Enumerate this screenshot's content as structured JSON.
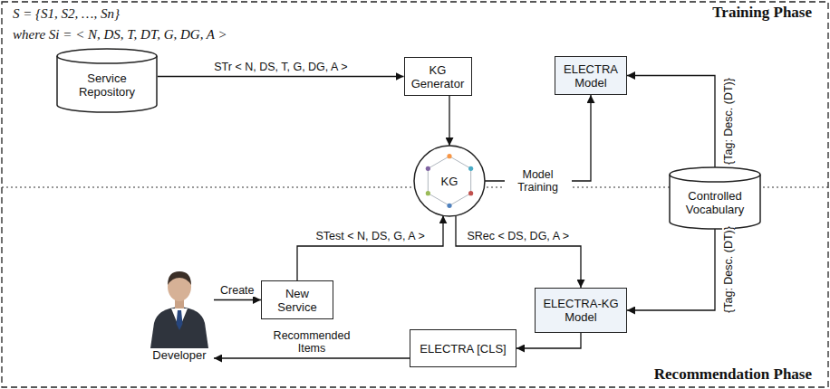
{
  "diagram": {
    "nodes": [
      {
        "text": [
          "Service Repository"
        ]
      },
      {
        "text": [
          "KG Generator"
        ]
      },
      {
        "text": [
          "KG"
        ]
      },
      {
        "text": [
          "ELECTRA Model"
        ]
      },
      {
        "text": [
          "Controlled Vocabulary"
        ]
      },
      {
        "text": [
          "Developer"
        ]
      },
      {
        "text": [
          "New Service"
        ]
      },
      {
        "text": [
          "ELECTRA-KG Model"
        ]
      },
      {
        "text": [
          "ELECTRA [CLS]"
        ]
      }
    ],
    "edges": [
      {
        "from": 0,
        "to": 1,
        "arrow": "to",
        "label": "STr < N, DS, T, G, DG, A >"
      },
      {
        "from": 1,
        "to": 2,
        "arrow": "to"
      },
      {
        "from": 2,
        "to": 3,
        "arrow": "to",
        "label": "Model Training"
      },
      {
        "from": 4,
        "to": 3,
        "arrow": "to",
        "label": "{Tag: Desc. (DT)}"
      },
      {
        "from": 4,
        "to": 7,
        "arrow": "to",
        "label": "{Tag: Desc. (DT)}"
      },
      {
        "from": 5,
        "to": 6,
        "arrow": "to",
        "label": "Create"
      },
      {
        "from": 6,
        "to": 2,
        "arrow": "to",
        "label": "STest < N, DS, G, A >"
      },
      {
        "from": 2,
        "to": 7,
        "arrow": "to",
        "label": "SRec < DS, DG, A >"
      },
      {
        "from": 7,
        "to": 8,
        "arrow": "to"
      },
      {
        "from": 8,
        "to": 5,
        "arrow": "to",
        "label": "Recommended Items"
      }
    ],
    "labels": [
      "S = {S1, S2, …, Sn}",
      "where Si = < N, DS, T, DT, G, DG, A >",
      "Training Phase",
      "Recommendation Phase"
    ]
  }
}
